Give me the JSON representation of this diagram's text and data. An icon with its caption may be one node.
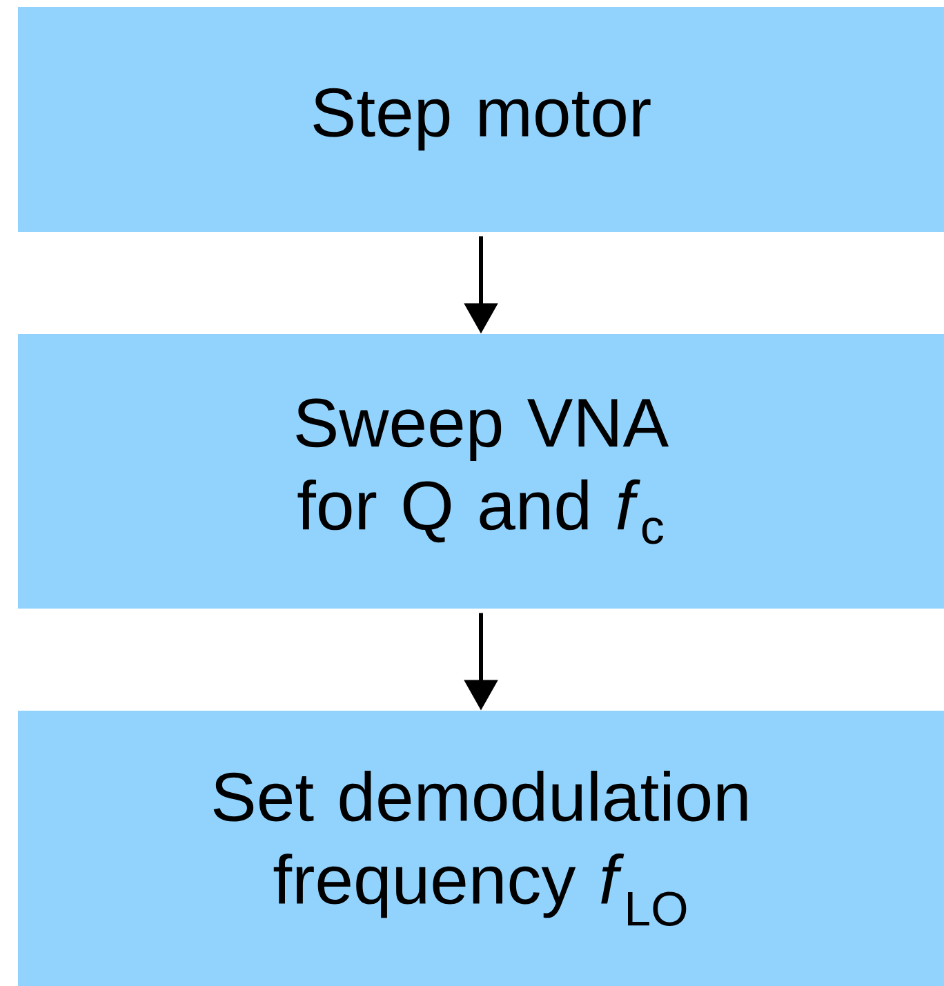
{
  "diagram": {
    "nodes": [
      {
        "text": [
          "Step motor"
        ]
      },
      {
        "text": [
          "Sweep VNA for Q and *f*$_{c}$"
        ]
      },
      {
        "text": [
          "Set demodulation frequency *f*$_{LO}$"
        ]
      }
    ],
    "edges": [
      {
        "from": 0,
        "to": 1,
        "arrow": "to"
      },
      {
        "from": 1,
        "to": 2,
        "arrow": "to"
      }
    ]
  }
}
